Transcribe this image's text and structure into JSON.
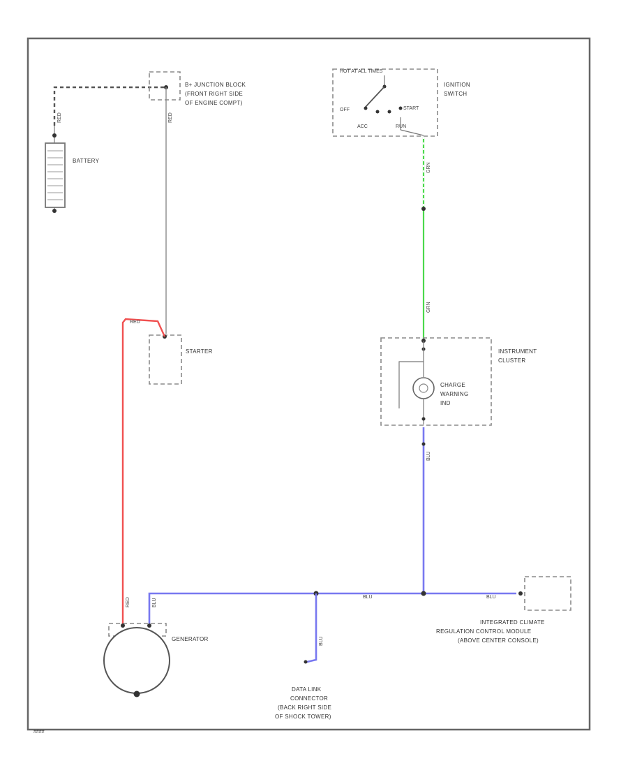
{
  "components": {
    "junction_block": [
      "B+ JUNCTION BLOCK",
      "(FRONT RIGHT SIDE",
      "OF ENGINE COMPT)"
    ],
    "battery": "BATTERY",
    "starter": "STARTER",
    "ignition_switch": [
      "IGNITION",
      "SWITCH"
    ],
    "ignition_header": "HOT AT ALL TIMES",
    "ignition_positions": {
      "off": "OFF",
      "start": "START",
      "acc": "ACC",
      "run": "RUN"
    },
    "instrument_cluster": [
      "INSTRUMENT",
      "CLUSTER"
    ],
    "warning_ind": [
      "CHARGE",
      "WARNING",
      "IND"
    ],
    "generator": "GENERATOR",
    "climate_module": [
      "INTEGRATED CLIMATE",
      "REGULATION CONTROL MODULE",
      "(ABOVE CENTER CONSOLE)"
    ],
    "dlc": [
      "DATA LINK",
      "CONNECTOR",
      "(BACK RIGHT SIDE",
      "OF SHOCK TOWER)"
    ]
  },
  "wires": {
    "battery_cable": "RED",
    "junction_starter": "RED",
    "starter_generator": "RED",
    "generator_red": "RED",
    "generator_blu": "BLU",
    "ign_green_top": "GRN",
    "ign_green_bottom": "GRN",
    "cluster_blu": "BLU",
    "main_blu": "BLU",
    "module_blu": "BLU",
    "dlc_blu": "BLU"
  },
  "footer_code": "####"
}
